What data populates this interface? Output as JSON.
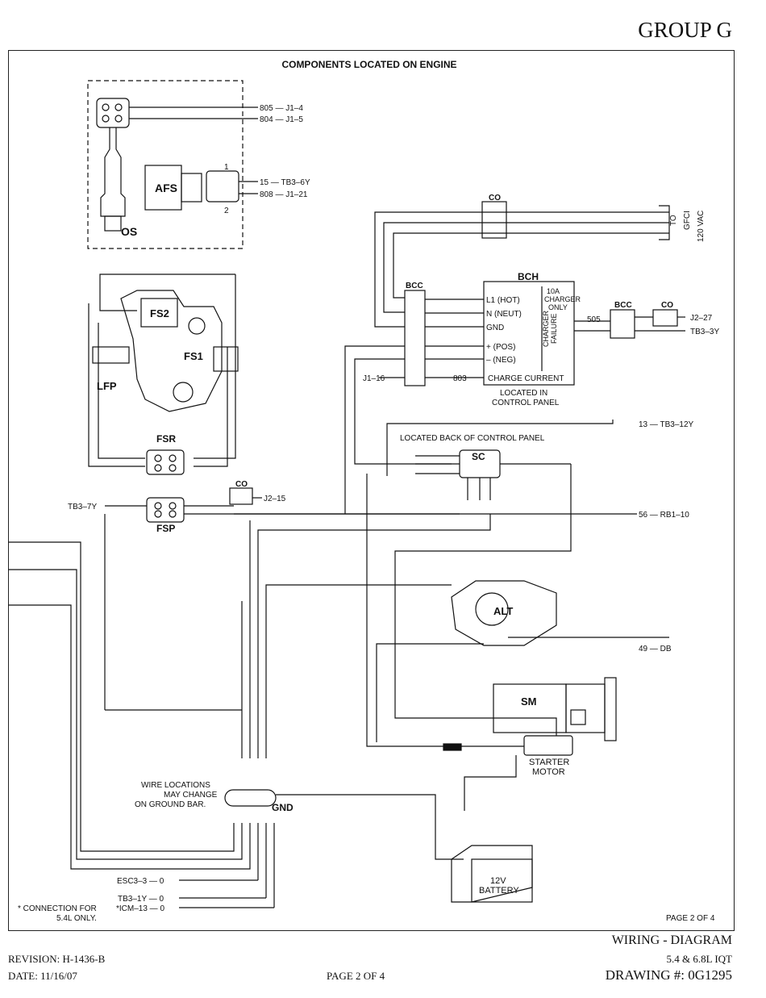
{
  "header": {
    "group": "GROUP G",
    "section_title": "COMPONENTS LOCATED ON ENGINE"
  },
  "components": {
    "os": "OS",
    "afs": "AFS",
    "fs2": "FS2",
    "fs1": "FS1",
    "lfp": "LFP",
    "fsr": "FSR",
    "fsp": "FSP",
    "bch": "BCH",
    "sc": "SC",
    "alt": "ALT",
    "sm": "SM",
    "starter_motor": "STARTER",
    "starter_motor2": "MOTOR",
    "battery": "12V",
    "battery2": "BATTERY",
    "gnd": "GND",
    "co": "CO",
    "bcc": "BCC"
  },
  "labels": {
    "w805": "805 — J1–4",
    "w804": "804 — J1–5",
    "w15": "15 — TB3–6Y",
    "w808": "808 — J1–21",
    "pin1": "1",
    "pin2": "2",
    "gfci": "TO",
    "gfci2": "GFCI",
    "gfci3": "120 VAC",
    "bch_located1": "LOCATED IN",
    "bch_located2": "CONTROL PANEL",
    "charger_only": "10A",
    "charger_only2": "CHARGER",
    "charger_only3": "ONLY",
    "charger_failure": "CHARGER",
    "charger_failure2": "FAILURE",
    "l1hot": "L1 (HOT)",
    "nneut": "N (NEUT)",
    "gndt": "GND",
    "pos": "+ (POS)",
    "neg": "– (NEG)",
    "charge_current": "CHARGE CURRENT",
    "j116": "J1–16",
    "w803": "803",
    "j227": "J2–27",
    "tb33y": "TB3–3Y",
    "w505": "505",
    "tb312y": "13 — TB3–12Y",
    "located_back": "LOCATED BACK OF CONTROL PANEL",
    "j215": "J2–15",
    "tb37y": "TB3–7Y",
    "rb110": "56 — RB1–10",
    "db": "49 — DB",
    "wire_loc1": "WIRE LOCATIONS",
    "wire_loc2": "MAY CHANGE",
    "wire_loc3": "ON GROUND BAR.",
    "esc33": "ESC3–3 — 0",
    "tb31y": "TB3–1Y — 0",
    "icm13": "*ICM–13 — 0",
    "connection_note1": "* CONNECTION FOR",
    "connection_note2": "5.4L ONLY.",
    "page_inner": "PAGE 2 OF 4"
  },
  "footer": {
    "title": "WIRING - DIAGRAM",
    "model": "5.4 & 6.8L IQT",
    "drawing": "DRAWING #: 0G1295",
    "revision": "REVISION: H-1436-B",
    "date": "DATE: 11/16/07",
    "page": "PAGE 2 OF 4"
  }
}
